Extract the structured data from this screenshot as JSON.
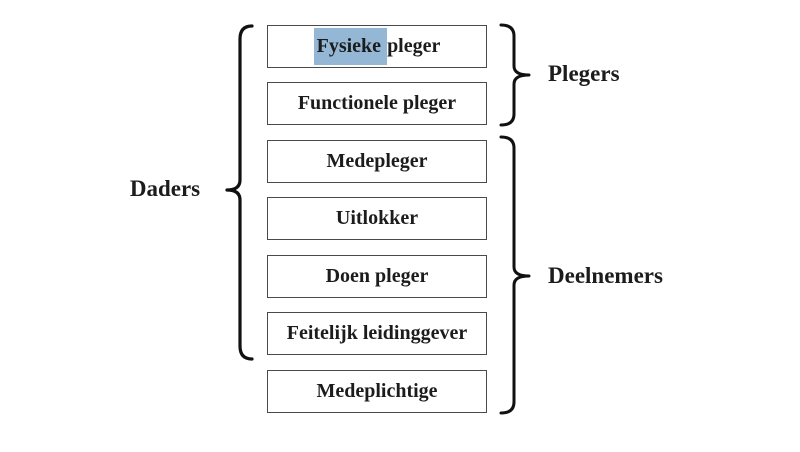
{
  "left_group": {
    "label": "Daders"
  },
  "boxes": [
    {
      "highlight": "Fysieke",
      "rest": "pleger"
    },
    {
      "text": "Functionele pleger"
    },
    {
      "text": "Medepleger"
    },
    {
      "text": "Uitlokker"
    },
    {
      "text": "Doen pleger"
    },
    {
      "text": "Feitelijk leidinggever"
    },
    {
      "text": "Medeplichtige"
    }
  ],
  "right_groups": [
    {
      "label": "Plegers"
    },
    {
      "label": "Deelnemers"
    }
  ],
  "colors": {
    "highlight": "#94b7d5",
    "box_border": "#4a4a4a",
    "text": "#1c1c1c",
    "brace": "#111111"
  }
}
